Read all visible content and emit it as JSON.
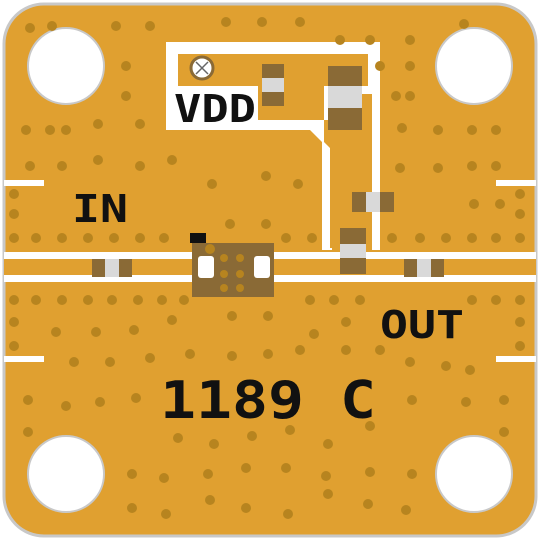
{
  "board": {
    "colors": {
      "copper": "#E0A030",
      "via": "#B7841F",
      "pad": "#FFFFFF",
      "outline": "#C8C8C8",
      "component": "#8A6A36",
      "component_end": "#D9D9D9",
      "silkscreen": "#111111"
    },
    "labels": {
      "vdd": "VDD",
      "input": "IN",
      "output": "OUT",
      "part_number": "1189 C"
    },
    "icons": {
      "vdd_terminal": "screw-terminal-icon",
      "pin1_marker": "pin-one-marker-icon"
    }
  }
}
